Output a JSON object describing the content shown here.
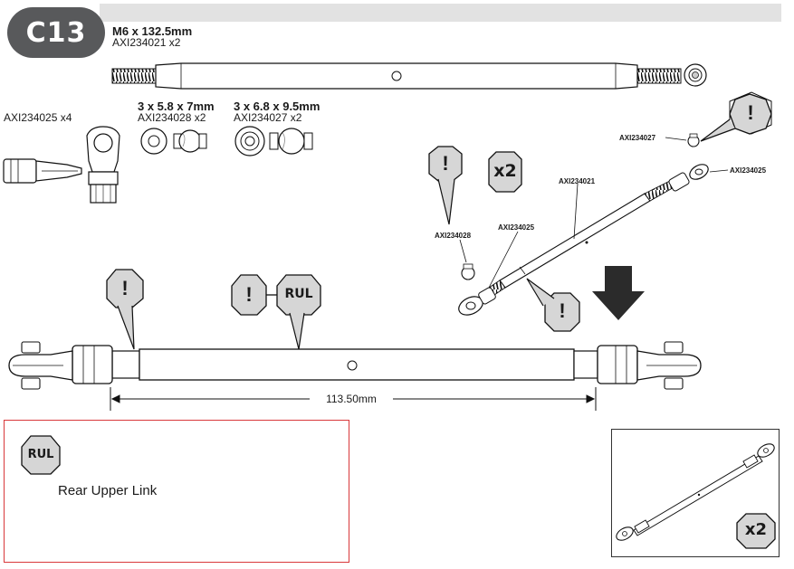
{
  "step": {
    "id": "C13"
  },
  "main_part": {
    "size": "M6 x 132.5mm",
    "part_number": "AXI234021 x2"
  },
  "ball_end": {
    "part_number": "AXI234025 x4"
  },
  "small_ball": {
    "size": "3 x 5.8 x 7mm",
    "part_number": "AXI234028 x2"
  },
  "large_ball": {
    "size": "3 x 6.8 x 9.5mm",
    "part_number": "AXI234027 x2"
  },
  "callouts": {
    "pn_027": "AXI234027",
    "pn_025_right": "AXI234025",
    "pn_021": "AXI234021",
    "pn_028": "AXI234028",
    "pn_025_left": "AXI234025",
    "qty": "x2",
    "alert": "!"
  },
  "assembly": {
    "tag": "RUL",
    "dimension": "113.50mm"
  },
  "legend": {
    "tag": "RUL",
    "description": "Rear Upper Link"
  },
  "thumbnail": {
    "qty": "x2"
  },
  "colors": {
    "badge": "#58595b",
    "legend_border": "#d9383a",
    "octagon_fill": "#d6d6d6",
    "arrow": "#2b2b2b"
  }
}
